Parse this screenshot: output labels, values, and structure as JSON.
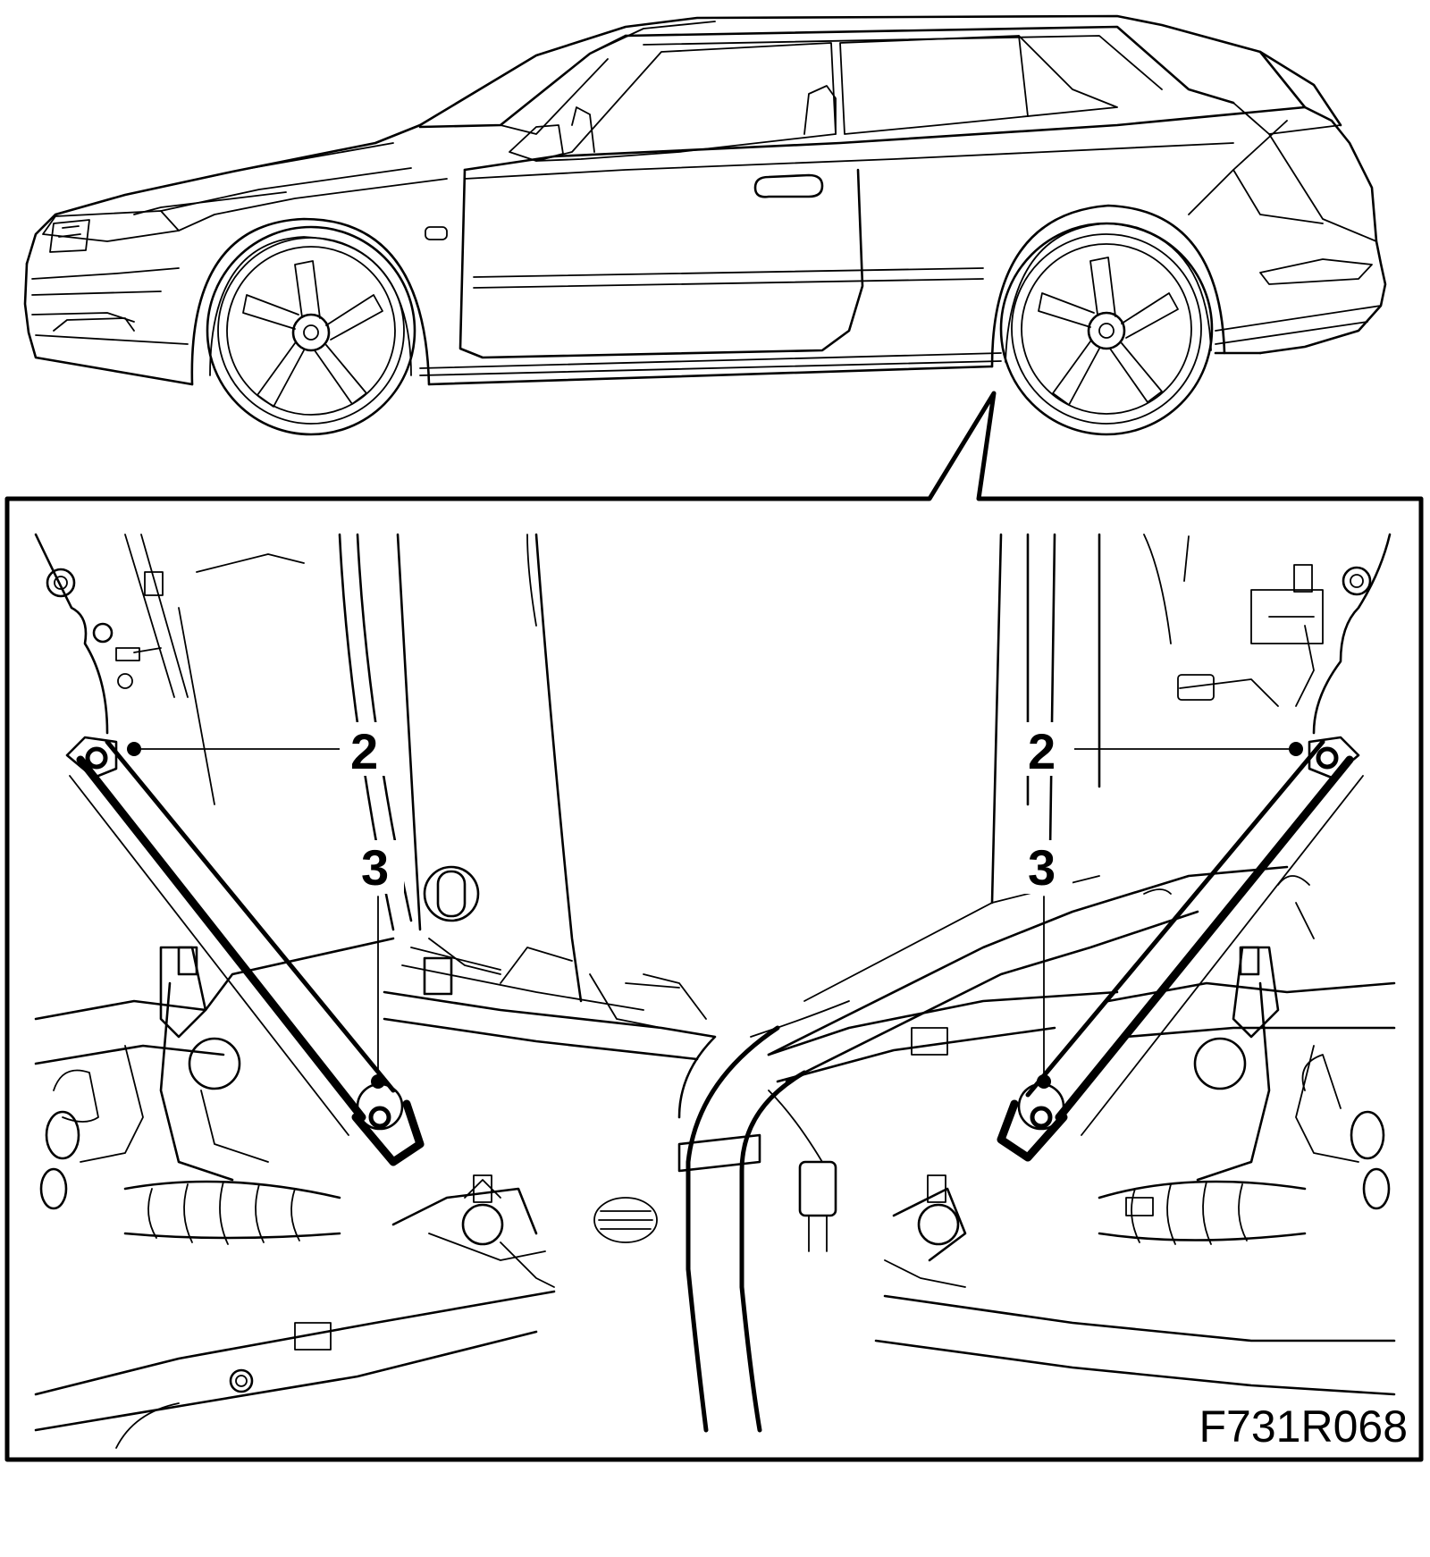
{
  "figure": {
    "id_label": "F731R068"
  },
  "callouts": [
    {
      "number": "2",
      "side": "left"
    },
    {
      "number": "3",
      "side": "left"
    },
    {
      "number": "2",
      "side": "right"
    },
    {
      "number": "3",
      "side": "right"
    }
  ]
}
